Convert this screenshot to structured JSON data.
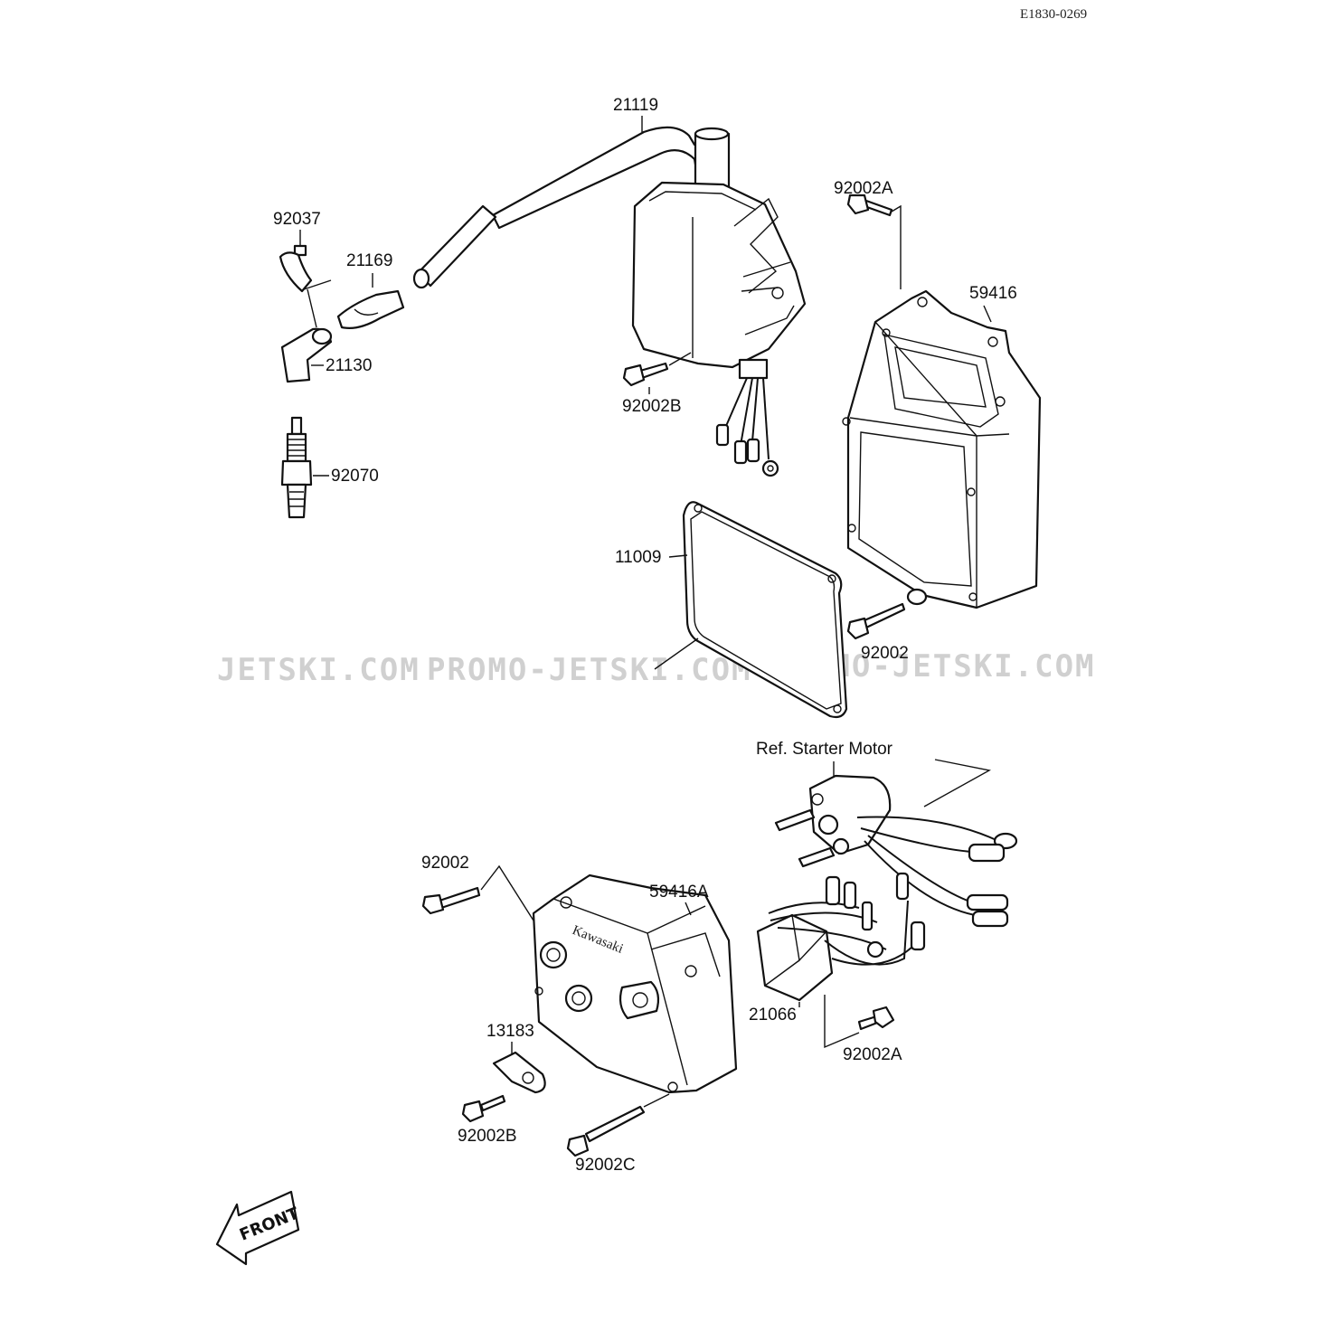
{
  "diagram_code": "E1830-0269",
  "watermark": {
    "text_left": "JETSKI.COM",
    "text_mid": "PROMO-JETSKI.COM",
    "text_right": "PROMO-JETSKI.COM"
  },
  "parts": {
    "p21119": "21119",
    "p92037": "92037",
    "p21169": "21169",
    "p21130": "21130",
    "p92070": "92070",
    "p92002A_top": "92002A",
    "p59416": "59416",
    "p92002B_top": "92002B",
    "p11009": "11009",
    "p92002_top": "92002",
    "p92002_bottom": "92002",
    "p59416A": "59416A",
    "p13183": "13183",
    "p92002B_bottom": "92002B",
    "p92002C": "92002C",
    "p21066": "21066",
    "p92002A_bottom": "92002A"
  },
  "ref_starter": "Ref. Starter Motor",
  "brand_mark": "Kawasaki",
  "front_arrow": "FRONT",
  "icons": [
    "spark-plug",
    "ignition-coil",
    "bolt",
    "electric-box",
    "gasket",
    "regulator",
    "front-arrow"
  ]
}
